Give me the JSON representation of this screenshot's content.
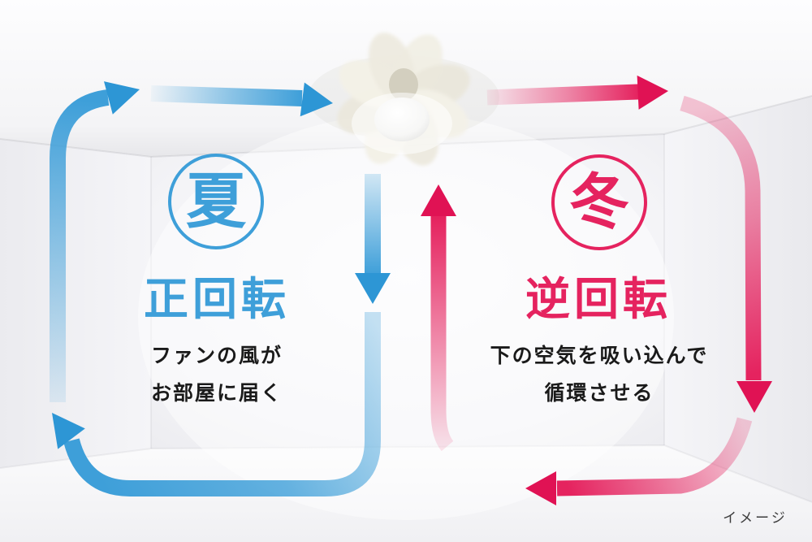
{
  "colors": {
    "summer": "#3E9FD9",
    "summer_dark": "#2D96D5",
    "winter": "#E5235F",
    "winter_dark": "#E01254",
    "ink": "#1A1A1A"
  },
  "summer": {
    "badge": "夏",
    "title": "正回転",
    "desc_line1": "ファンの風が",
    "desc_line2": "お部屋に届く"
  },
  "winter": {
    "badge": "冬",
    "title": "逆回転",
    "desc_line1": "下の空気を吸い込んで",
    "desc_line2": "循環させる"
  },
  "footer": {
    "note": "イメージ"
  }
}
